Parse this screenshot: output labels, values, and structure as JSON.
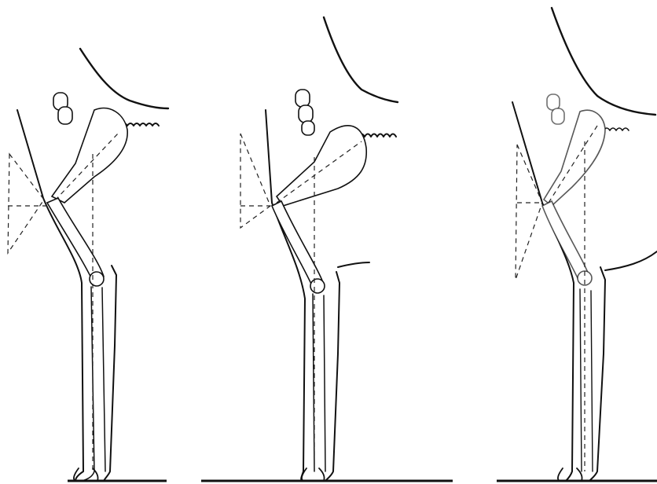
{
  "figure": {
    "background": "#ffffff",
    "ink_color": "#111111",
    "panel_count": 3,
    "description_tags": [
      "limb-skeleton",
      "posture-comparison",
      "line-drawing"
    ],
    "panels": [
      {
        "name": "posture-1",
        "has_dashed_triangle": true,
        "has_plumb_line": true
      },
      {
        "name": "posture-2",
        "has_dashed_triangle": true,
        "has_plumb_line": true
      },
      {
        "name": "posture-3",
        "has_dashed_triangle": true,
        "has_plumb_line": true
      }
    ]
  }
}
